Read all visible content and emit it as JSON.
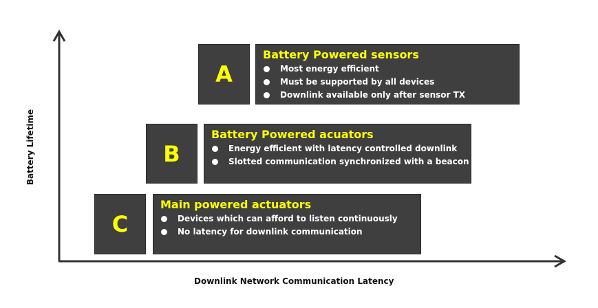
{
  "axes": {
    "y_label": "Battery Lifetime",
    "x_label": "Downlink Network Communication Latency"
  },
  "tiers": [
    {
      "letter": "A",
      "title": "Battery Powered sensors",
      "bullets": [
        "Most energy efficient",
        "Must be supported by all devices",
        "Downlink available only after sensor TX"
      ]
    },
    {
      "letter": "B",
      "title": "Battery Powered acuators",
      "bullets": [
        "Energy efficient with latency controlled downlink",
        "Slotted communication synchronized with a beacon"
      ]
    },
    {
      "letter": "C",
      "title": "Main powered actuators",
      "bullets": [
        "Devices which can afford to listen continuously",
        "No latency for downlink communication"
      ]
    }
  ],
  "colors": {
    "box_background": "#3f3f3f",
    "letter_and_title": "#ffff00",
    "bullet_text": "#ffffff",
    "axis": "#333333"
  }
}
